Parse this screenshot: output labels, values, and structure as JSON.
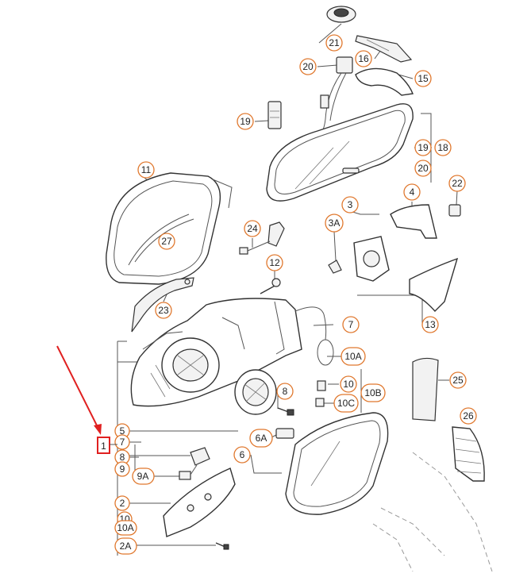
{
  "diagram": {
    "callouts": [
      {
        "id": "c21",
        "text": "21"
      },
      {
        "id": "c16",
        "text": "16"
      },
      {
        "id": "c20a",
        "text": "20"
      },
      {
        "id": "c15",
        "text": "15"
      },
      {
        "id": "c19a",
        "text": "19"
      },
      {
        "id": "c19b",
        "text": "19"
      },
      {
        "id": "c18",
        "text": "18"
      },
      {
        "id": "c20b",
        "text": "20"
      },
      {
        "id": "c11",
        "text": "11"
      },
      {
        "id": "c4",
        "text": "4"
      },
      {
        "id": "c22",
        "text": "22"
      },
      {
        "id": "c3",
        "text": "3"
      },
      {
        "id": "c3A",
        "text": "3A"
      },
      {
        "id": "c24",
        "text": "24"
      },
      {
        "id": "c27",
        "text": "27"
      },
      {
        "id": "c12",
        "text": "12"
      },
      {
        "id": "c23",
        "text": "23"
      },
      {
        "id": "c13",
        "text": "13"
      },
      {
        "id": "c7a",
        "text": "7"
      },
      {
        "id": "c10A",
        "text": "10A"
      },
      {
        "id": "c25",
        "text": "25"
      },
      {
        "id": "c10",
        "text": "10"
      },
      {
        "id": "c10B",
        "text": "10B"
      },
      {
        "id": "c8a",
        "text": "8"
      },
      {
        "id": "c10C",
        "text": "10C"
      },
      {
        "id": "c26",
        "text": "26"
      },
      {
        "id": "c5",
        "text": "5"
      },
      {
        "id": "c7b",
        "text": "7"
      },
      {
        "id": "c6A",
        "text": "6A"
      },
      {
        "id": "c6",
        "text": "6"
      },
      {
        "id": "c8b",
        "text": "8"
      },
      {
        "id": "c9",
        "text": "9"
      },
      {
        "id": "c9A",
        "text": "9A"
      },
      {
        "id": "c2",
        "text": "2"
      },
      {
        "id": "c10b",
        "text": "10"
      },
      {
        "id": "c10Ab",
        "text": "10A"
      },
      {
        "id": "c2A",
        "text": "2A"
      }
    ],
    "highlight_label": "1",
    "colors": {
      "callout_ring": "#e0782e",
      "highlight_box": "#e02020",
      "arrow": "#e02020",
      "line_art": "#333333"
    }
  }
}
